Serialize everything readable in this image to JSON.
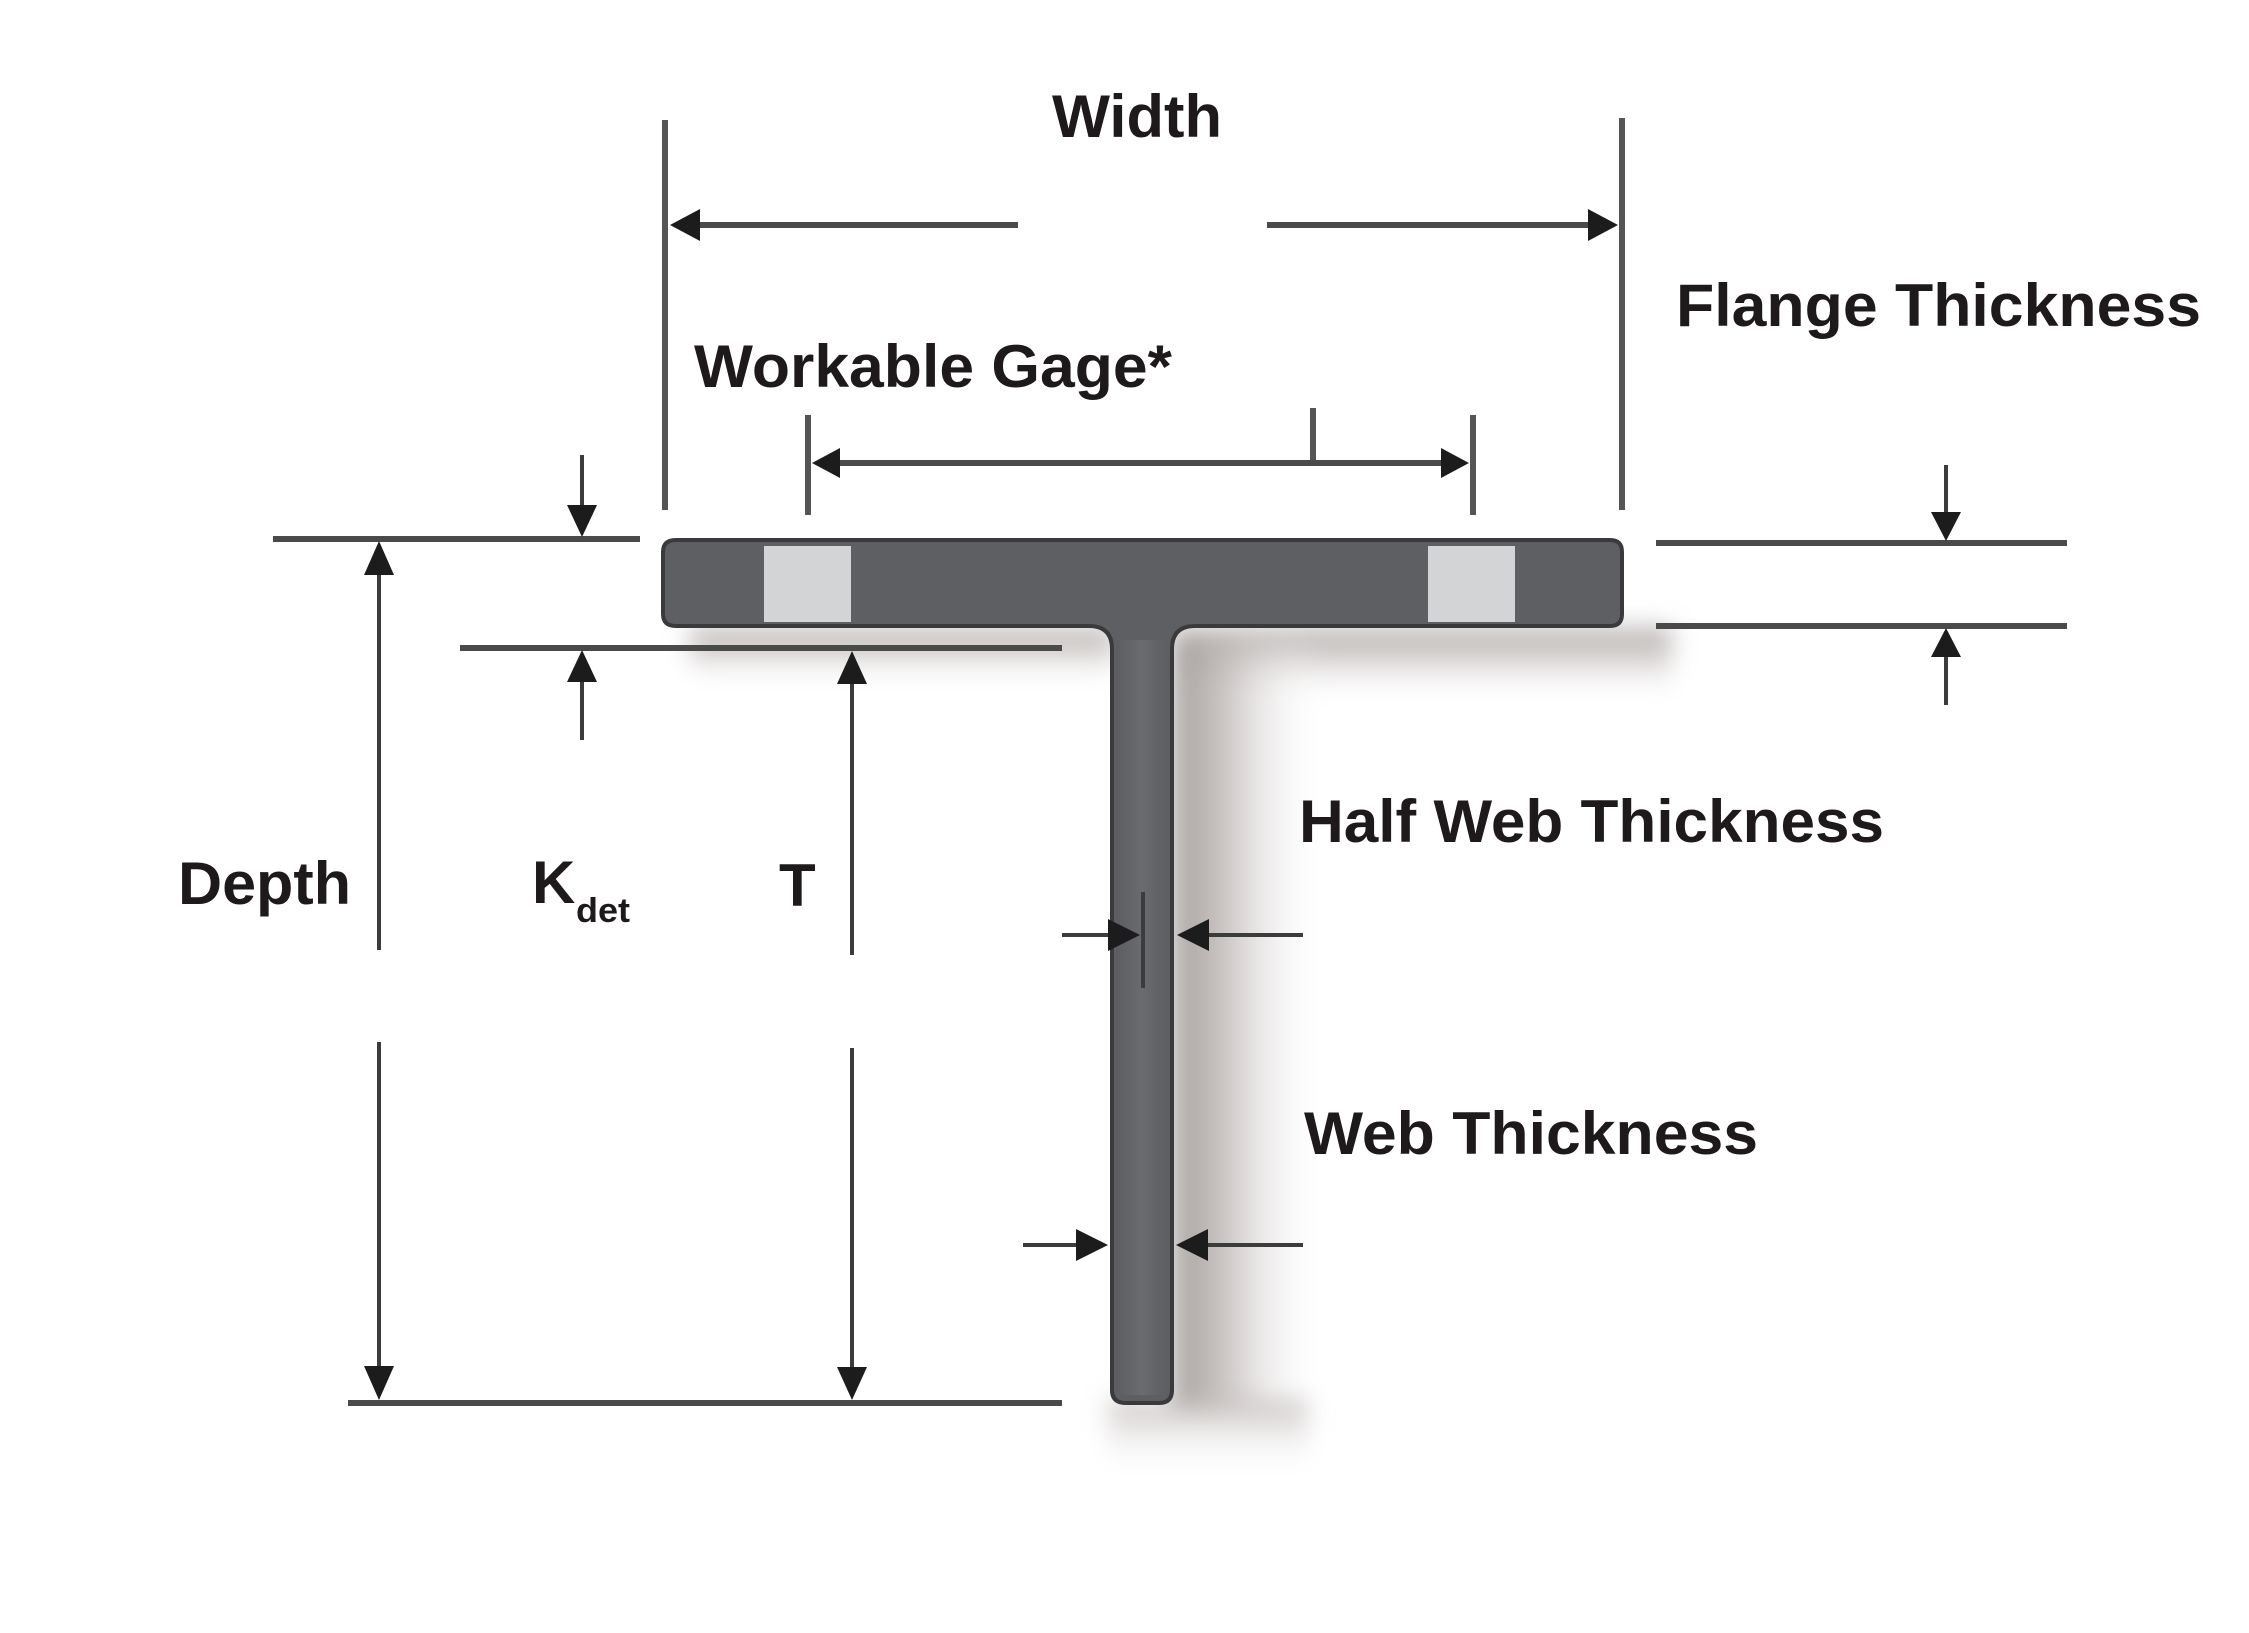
{
  "diagram": {
    "subject": "T-section (structural tee) dimension diagram",
    "labels": {
      "width": "Width",
      "flange_thickness": "Flange Thickness",
      "workable_gage": "Workable Gage*",
      "depth": "Depth",
      "kdet_main": "K",
      "kdet_sub": "det",
      "t": "T",
      "half_web_thickness": "Half Web Thickness",
      "web_thickness": "Web Thickness"
    },
    "colors": {
      "background": "#ffffff",
      "section_fill": "#5d5f62",
      "web_fill": "#6a6c70",
      "section_outline": "#3a3a3c",
      "bolt_hole_fill": "#d3d4d6",
      "shadow": "#b9b3b1",
      "dimension_lines": "#4a4a4a",
      "arrowheads": "#1c1c1c",
      "text": "#1e1a1c"
    }
  }
}
